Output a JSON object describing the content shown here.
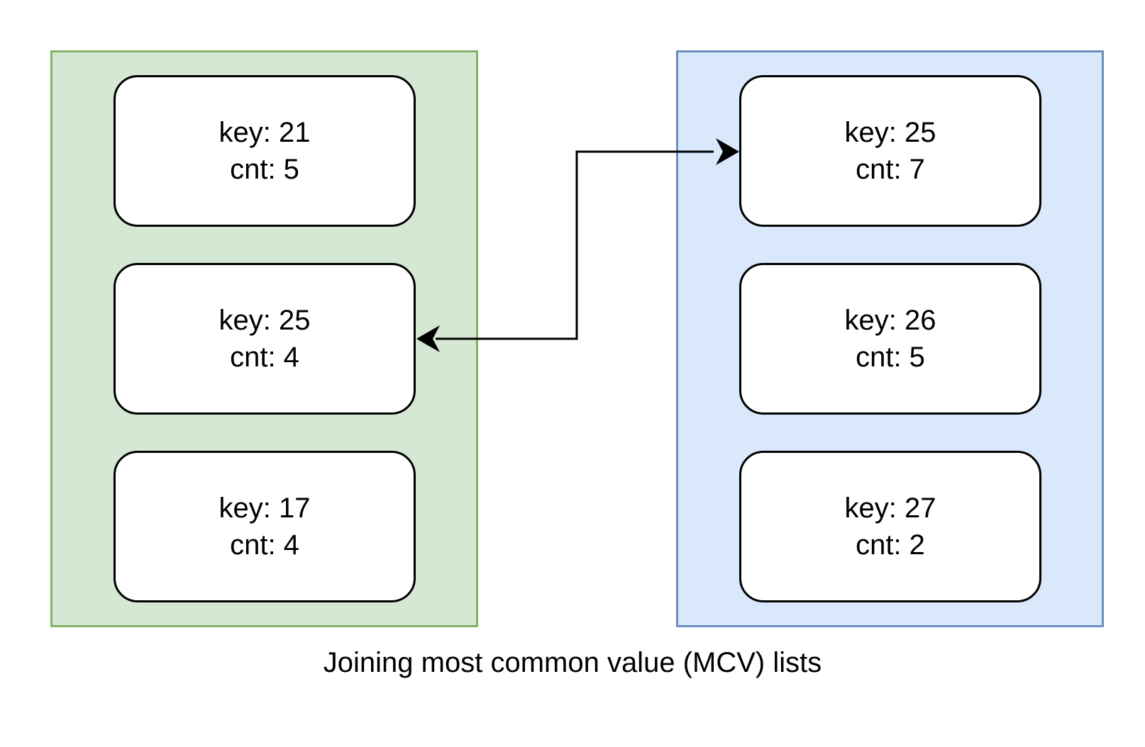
{
  "colors": {
    "left_fill": "#d5e8d4",
    "left_border": "#82b366",
    "right_fill": "#dae8fc",
    "right_border": "#6c8ebf",
    "node_border": "#000000",
    "arrow": "#000000"
  },
  "left_list": [
    {
      "key": "key: 21",
      "cnt": "cnt: 5"
    },
    {
      "key": "key: 25",
      "cnt": "cnt: 4"
    },
    {
      "key": "key: 17",
      "cnt": "cnt: 4"
    }
  ],
  "right_list": [
    {
      "key": "key: 25",
      "cnt": "cnt: 7"
    },
    {
      "key": "key: 26",
      "cnt": "cnt: 5"
    },
    {
      "key": "key: 27",
      "cnt": "cnt: 2"
    }
  ],
  "caption": "Joining most common value (MCV) lists"
}
